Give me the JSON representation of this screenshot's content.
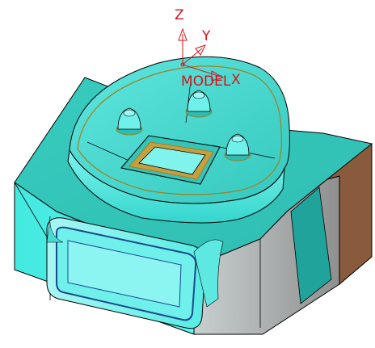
{
  "viewport": {
    "axes": {
      "z_label": "Z",
      "y_label": "Y",
      "x_label": "X",
      "model_label": "MODEL",
      "color": "#d4141c"
    },
    "model": {
      "base_top_color": "#3fd3c8",
      "base_left_color": "#38e8dc",
      "base_right_color": "#9c9c9c",
      "boss_color": "#50e0dc",
      "pocket_color": "#c6a040",
      "side_face_color": "#8a5a3c",
      "edge_color": "#000000",
      "feature_edge_color": "#a08020"
    }
  }
}
